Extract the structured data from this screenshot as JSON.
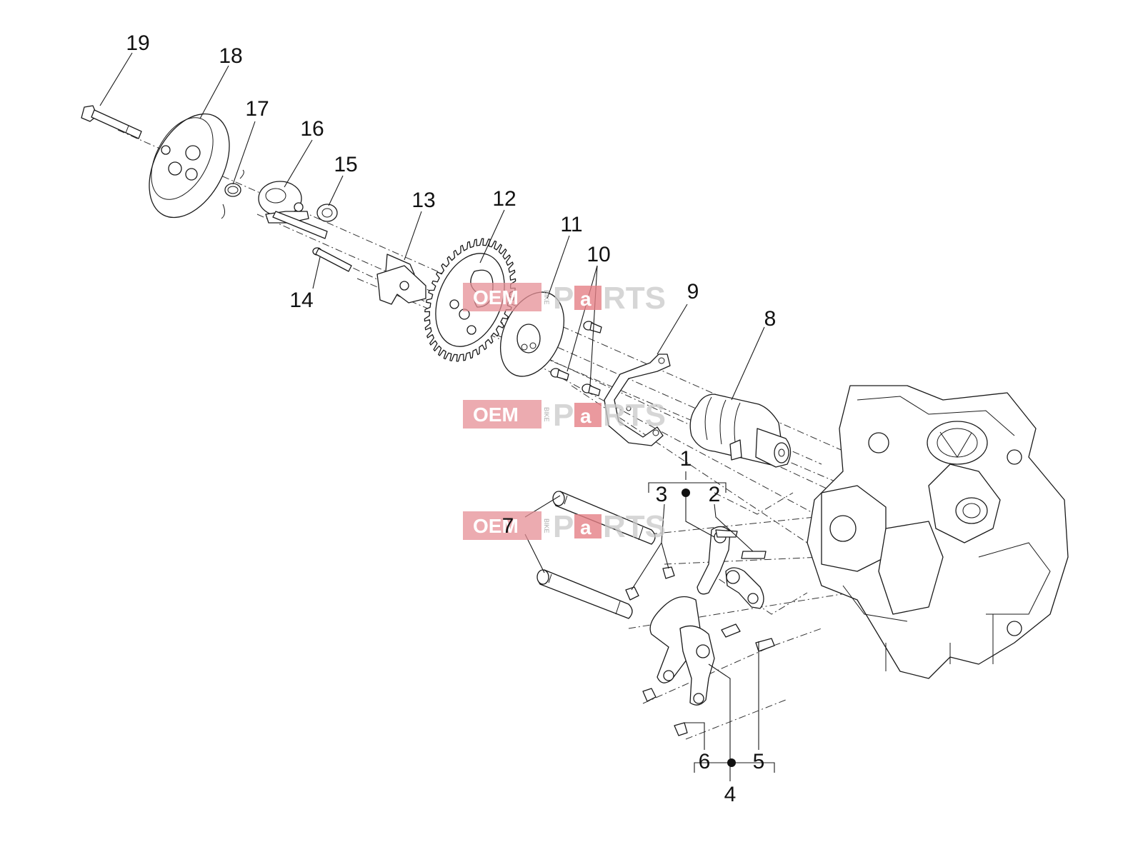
{
  "diagram": {
    "callouts": [
      "1",
      "2",
      "3",
      "4",
      "5",
      "6",
      "7",
      "8",
      "9",
      "10",
      "11",
      "12",
      "13",
      "14",
      "15",
      "16",
      "17",
      "18",
      "19"
    ]
  },
  "watermark": {
    "oem": "OEM",
    "bike": "BIKE",
    "p": "P",
    "a": "a",
    "rts": "RTS"
  },
  "colors": {
    "line": "#1a1a1a",
    "watermark_red": "#e58f95",
    "watermark_grey": "#c9c9c9"
  }
}
